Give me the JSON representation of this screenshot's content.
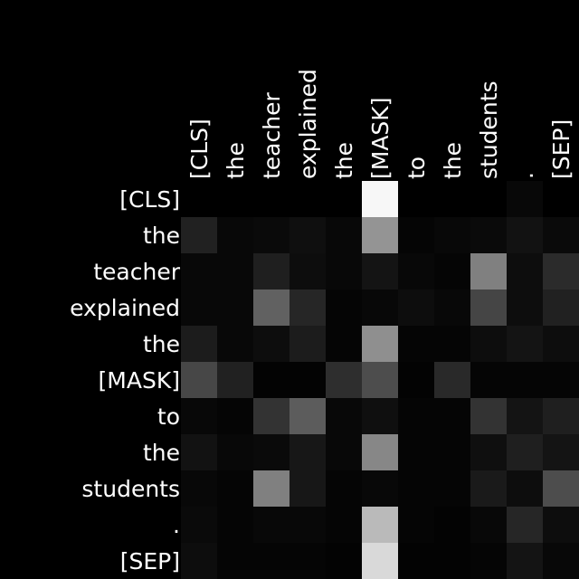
{
  "chart_data": {
    "type": "heatmap",
    "title": "",
    "xlabel": "",
    "ylabel": "",
    "colormap": "grayscale",
    "x_labels": [
      "[CLS]",
      "the",
      "teacher",
      "explained",
      "the",
      "[MASK]",
      "to",
      "the",
      "students",
      ".",
      "[SEP]"
    ],
    "y_labels": [
      "[CLS]",
      "the",
      "teacher",
      "explained",
      "the",
      "[MASK]",
      "to",
      "the",
      "students",
      ".",
      "[SEP]"
    ],
    "vmin": 0,
    "vmax": 1,
    "values": [
      [
        0.0,
        0.0,
        0.0,
        0.0,
        0.0,
        0.97,
        0.0,
        0.0,
        0.0,
        0.03,
        0.0
      ],
      [
        0.13,
        0.03,
        0.04,
        0.06,
        0.03,
        0.58,
        0.02,
        0.03,
        0.04,
        0.07,
        0.04
      ],
      [
        0.03,
        0.03,
        0.12,
        0.05,
        0.03,
        0.08,
        0.03,
        0.02,
        0.5,
        0.05,
        0.17
      ],
      [
        0.03,
        0.03,
        0.38,
        0.15,
        0.02,
        0.03,
        0.05,
        0.03,
        0.27,
        0.05,
        0.13
      ],
      [
        0.11,
        0.03,
        0.05,
        0.11,
        0.02,
        0.56,
        0.02,
        0.02,
        0.05,
        0.08,
        0.05
      ],
      [
        0.28,
        0.13,
        0.01,
        0.01,
        0.18,
        0.3,
        0.01,
        0.16,
        0.02,
        0.02,
        0.02
      ],
      [
        0.03,
        0.02,
        0.2,
        0.36,
        0.03,
        0.06,
        0.02,
        0.02,
        0.2,
        0.08,
        0.12
      ],
      [
        0.07,
        0.03,
        0.04,
        0.09,
        0.03,
        0.53,
        0.02,
        0.02,
        0.06,
        0.12,
        0.08
      ],
      [
        0.03,
        0.02,
        0.5,
        0.09,
        0.02,
        0.03,
        0.02,
        0.02,
        0.1,
        0.05,
        0.3
      ],
      [
        0.04,
        0.02,
        0.03,
        0.03,
        0.02,
        0.73,
        0.02,
        0.01,
        0.03,
        0.15,
        0.05
      ],
      [
        0.05,
        0.02,
        0.02,
        0.02,
        0.01,
        0.85,
        0.01,
        0.01,
        0.02,
        0.08,
        0.03
      ]
    ]
  }
}
